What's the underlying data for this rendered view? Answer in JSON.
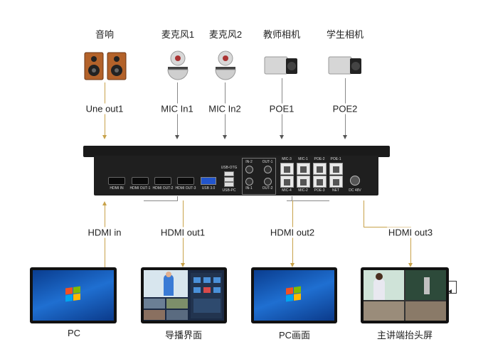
{
  "top_devices": [
    {
      "label": "音响",
      "icon": "speaker-icon",
      "connection": "Une out1"
    },
    {
      "label": "麦克风1",
      "icon": "microphone-icon",
      "connection": "MIC In1"
    },
    {
      "label": "麦克风2",
      "icon": "microphone-icon",
      "connection": "MIC In2"
    },
    {
      "label": "教师相机",
      "icon": "camera-icon",
      "connection": "POE1"
    },
    {
      "label": "学生相机",
      "icon": "camera-icon",
      "connection": "POE2"
    }
  ],
  "device_ports": {
    "hdmi": [
      "HDMI IN",
      "HDMI OUT-1",
      "HDMI OUT-2",
      "HDMI OUT-3"
    ],
    "usb3": "USB 3.0",
    "usb_otg": "USB-OTG",
    "usb_pc": "USB-PC",
    "audio": [
      "IN-2",
      "OUT-1",
      "IN-1",
      "OUT-2"
    ],
    "rj45_top": [
      "MIC-3",
      "MIC-1",
      "POE-2",
      "POE-1"
    ],
    "rj45_bottom": [
      "MIC-4",
      "MIC-2",
      "POE-3",
      "NET"
    ],
    "dc": "DC 48V"
  },
  "bottom_devices": [
    {
      "label": "PC",
      "connection": "HDMI in"
    },
    {
      "label": "导播界面",
      "connection": "HDMI out1"
    },
    {
      "label": "PC画面",
      "connection": "HDMI out2"
    },
    {
      "label": "主讲端抬头屏",
      "connection": "HDMI out3"
    }
  ],
  "colors": {
    "line_gray": "#888888",
    "line_gold": "#c8a24a",
    "device": "#1f1f1f"
  }
}
